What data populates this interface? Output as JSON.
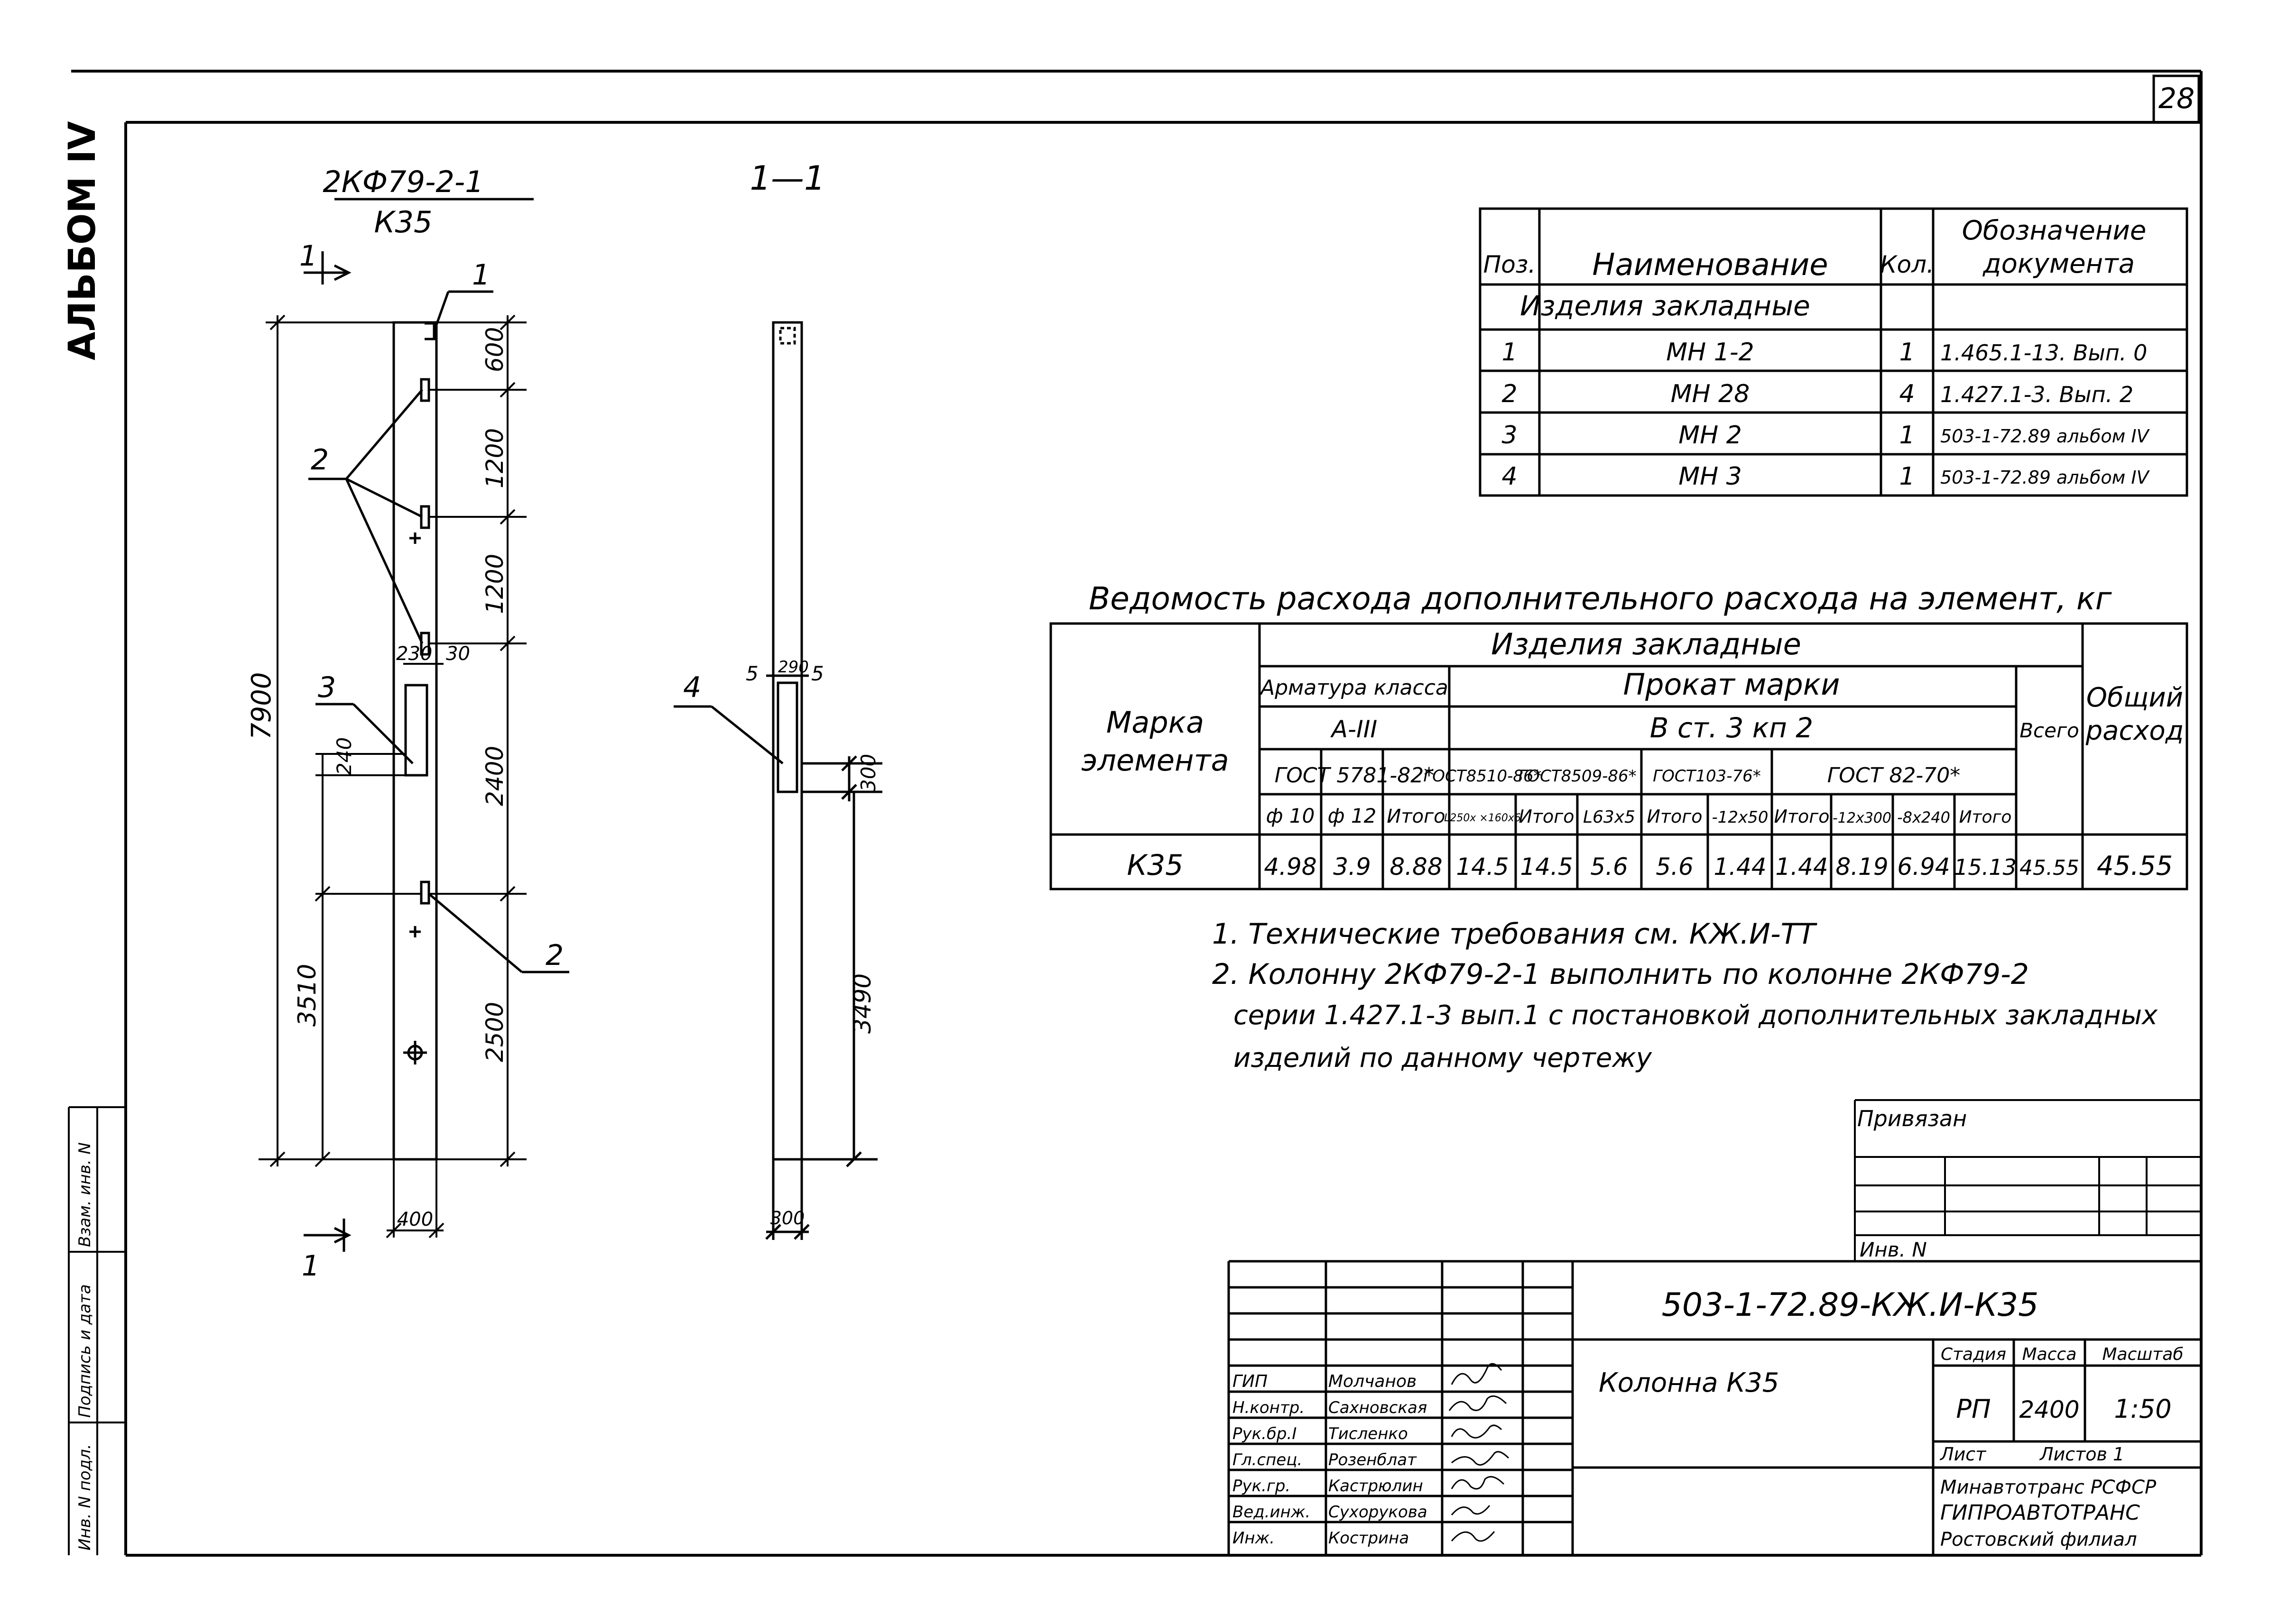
{
  "page_number": "28",
  "album_label": "АЛЬБОМ IV",
  "side_stamp": {
    "inv_podl": "Инв. N подл.",
    "podpis_data": "Подпись и дата",
    "vzam_inv": "Взам. инв. N"
  },
  "drawing": {
    "title_top": "2КФ79-2-1",
    "title_bottom": "К35",
    "section_label": "1—1",
    "cut_marker": "1",
    "positions": {
      "p1": "1",
      "p2": "2",
      "p3": "3",
      "p4": "4"
    },
    "dim_total": "7900",
    "dim_240": "240",
    "dim_3510": "3510",
    "dim_230": "230",
    "dim_30": "30",
    "right_dims": [
      "600",
      "1200",
      "1200",
      "2400",
      "2500"
    ],
    "dim_400": "400",
    "sec_dim_5a": "5",
    "sec_dim_290": "290",
    "sec_dim_5b": "5",
    "sec_dim_300v": "300",
    "sec_dim_3490": "3490",
    "sec_dim_300h": "300"
  },
  "spec_table": {
    "headers": {
      "pos": "Поз.",
      "name": "Наименование",
      "qty": "Кол.",
      "doc_line1": "Обозначение",
      "doc_line2": "документа"
    },
    "group": "Изделия закладные",
    "rows": [
      {
        "pos": "1",
        "name": "МН 1-2",
        "qty": "1",
        "doc": "1.465.1-13. Вып. 0"
      },
      {
        "pos": "2",
        "name": "МН 28",
        "qty": "4",
        "doc": "1.427.1-3. Вып. 2"
      },
      {
        "pos": "3",
        "name": "МН 2",
        "qty": "1",
        "doc": "503-1-72.89 альбом IV"
      },
      {
        "pos": "4",
        "name": "МН 3",
        "qty": "1",
        "doc": "503-1-72.89 альбом IV"
      }
    ]
  },
  "consumption": {
    "title": "Ведомость расхода дополнительного расхода на элемент, кг",
    "h_mark_1": "Марка",
    "h_mark_2": "элемента",
    "h_izd": "Изделия закладные",
    "h_arm": "Арматура класса",
    "h_arm_class": "А-III",
    "h_prokat": "Прокат марки",
    "h_steel": "В ст. 3 кп 2",
    "h_total": "Всего",
    "h_general_1": "Общий",
    "h_general_2": "расход",
    "gost": [
      "ГОСТ 5781-82*",
      "ГОСТ8510-86*",
      "ГОСТ8509-86*",
      "ГОСТ103-76*",
      "ГОСТ 82-70*"
    ],
    "sub": [
      "ф 10",
      "ф 12",
      "Итого",
      "L250x ×160x6",
      "Итого",
      "L63x5",
      "Итого",
      "-12x50",
      "Итого",
      "-12x300",
      "-8x240",
      "Итого"
    ],
    "row": {
      "mark": "К35",
      "values": [
        "4.98",
        "3.9",
        "8.88",
        "14.5",
        "14.5",
        "5.6",
        "5.6",
        "1.44",
        "1.44",
        "8.19",
        "6.94",
        "15.13"
      ],
      "total": "45.55",
      "general": "45.55"
    }
  },
  "notes": [
    "1. Технические требования см. КЖ.И-ТТ",
    "2. Колонну 2КФ79-2-1 выполнить по колонне 2КФ79-2",
    "серии 1.427.1-3 вып.1 с постановкой дополнительных закладных",
    "изделий по данному чертежу"
  ],
  "privyazan": {
    "label": "Привязан",
    "inv": "Инв. N"
  },
  "title_block": {
    "code": "503-1-72.89-КЖ.И-К35",
    "name": "Колонна  К35",
    "stage_h": "Стадия",
    "mass_h": "Масса",
    "scale_h": "Масштаб",
    "stage": "РП",
    "mass": "2400",
    "scale": "1:50",
    "sheet_h": "Лист",
    "sheets_h": "Листов 1",
    "org": [
      "Минавтотранс РСФСР",
      "ГИПРОАВТОТРАНС",
      "Ростовский филиал"
    ],
    "staff": [
      {
        "role": "ГИП",
        "name": "Молчанов"
      },
      {
        "role": "Н.контр.",
        "name": "Сахновская"
      },
      {
        "role": "Рук.бр.I",
        "name": "Тисленко"
      },
      {
        "role": "Гл.спец.",
        "name": "Розенблат"
      },
      {
        "role": "Рук.гр.",
        "name": "Кастрюлин"
      },
      {
        "role": "Вед.инж.",
        "name": "Сухорукова"
      },
      {
        "role": "Инж.",
        "name": "Кострина"
      }
    ]
  }
}
